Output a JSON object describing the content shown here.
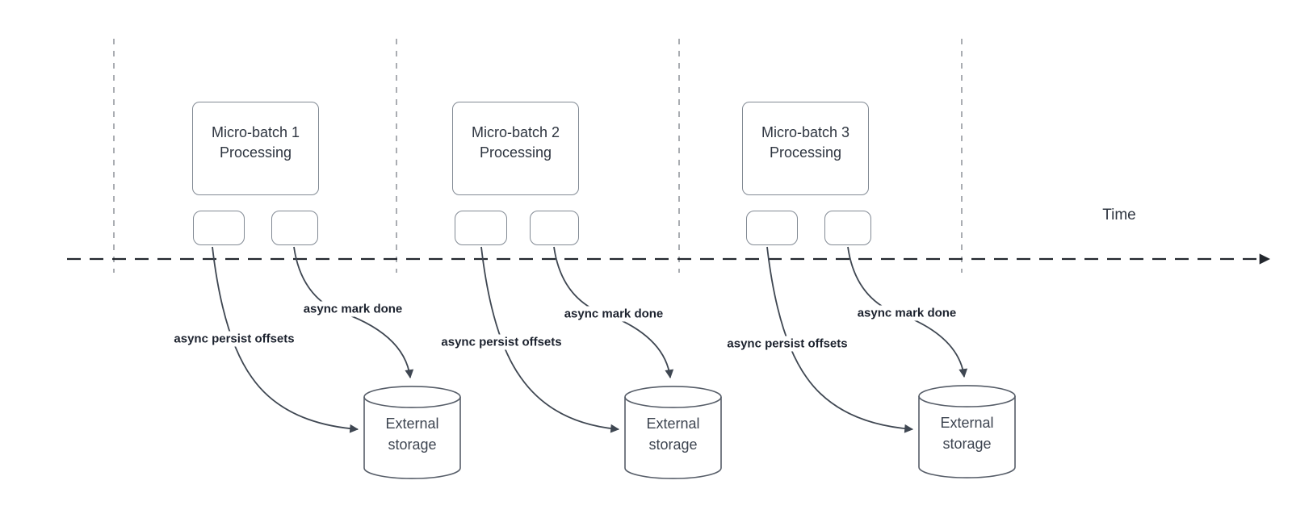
{
  "diagram": {
    "time_axis_label": "Time",
    "batches": [
      {
        "title_line1": "Micro-batch 1",
        "title_line2": "Processing",
        "persist_arrow_label": "async persist offsets",
        "mark_done_arrow_label": "async mark done",
        "storage_line1": "External",
        "storage_line2": "storage"
      },
      {
        "title_line1": "Micro-batch 2",
        "title_line2": "Processing",
        "persist_arrow_label": "async persist offsets",
        "mark_done_arrow_label": "async mark done",
        "storage_line1": "External",
        "storage_line2": "storage"
      },
      {
        "title_line1": "Micro-batch 3",
        "title_line2": "Processing",
        "persist_arrow_label": "async persist offsets",
        "mark_done_arrow_label": "async mark done",
        "storage_line1": "External",
        "storage_line2": "storage"
      }
    ],
    "colors": {
      "connector": "#3f4752",
      "timeline": "#23272e",
      "divider": "#aaadb2",
      "shape_border": "#828a94",
      "cylinder_border": "#565d68"
    }
  }
}
